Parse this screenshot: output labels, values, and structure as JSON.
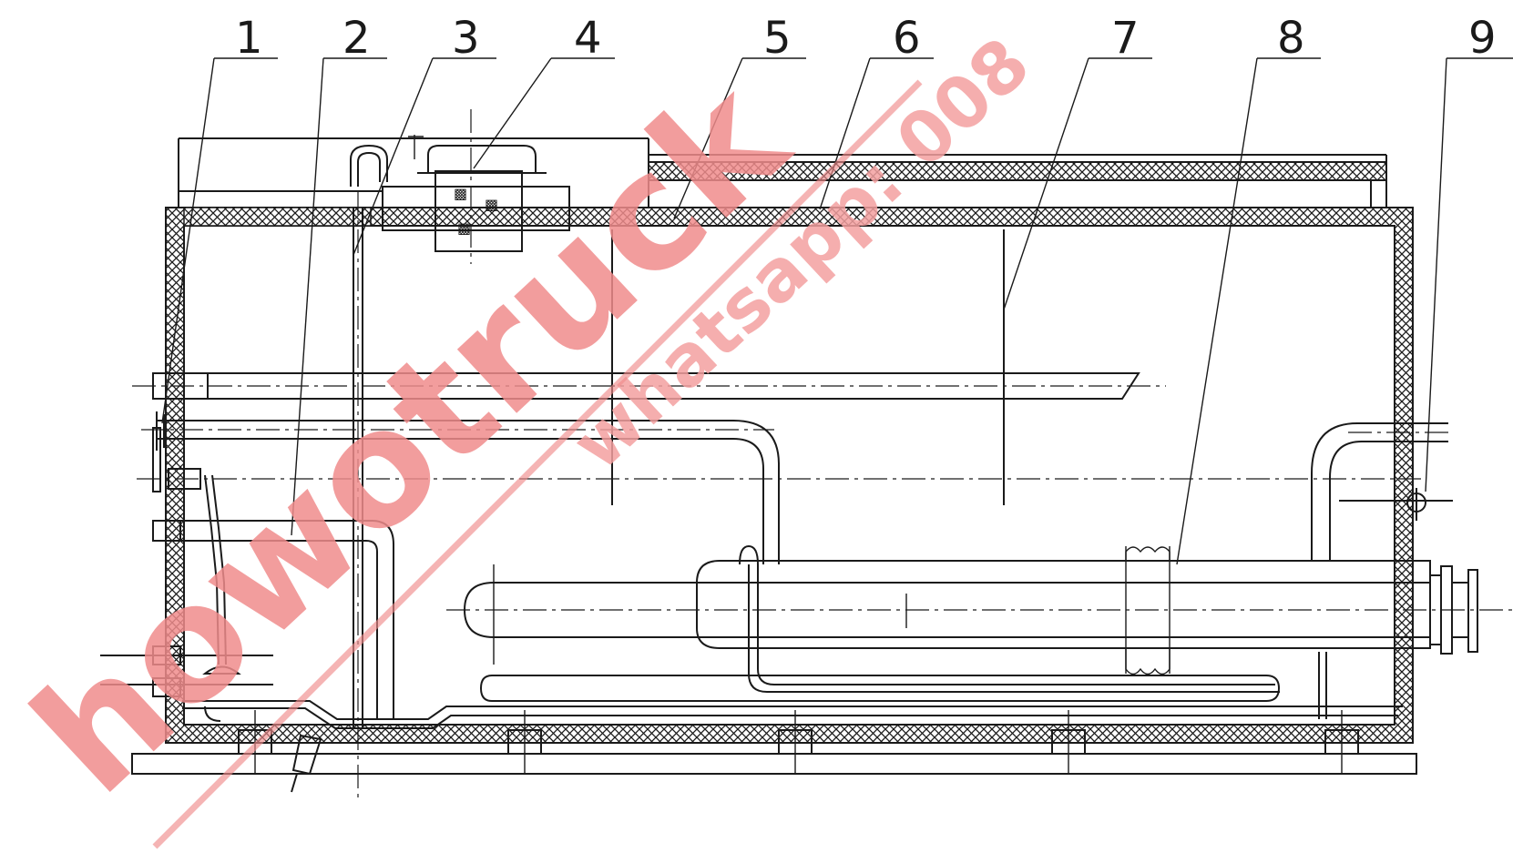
{
  "labels": [
    "1",
    "2",
    "3",
    "4",
    "5",
    "6",
    "7",
    "8",
    "9"
  ],
  "watermark": {
    "brand": "howotruck",
    "contact": "whatsapp: 008",
    "brand_color": "#f08c8c",
    "brand_gray": "#9a9a9a",
    "contact_color": "#f3a0a0"
  },
  "colors": {
    "line": "#1a1a1a",
    "background": "#ffffff"
  }
}
